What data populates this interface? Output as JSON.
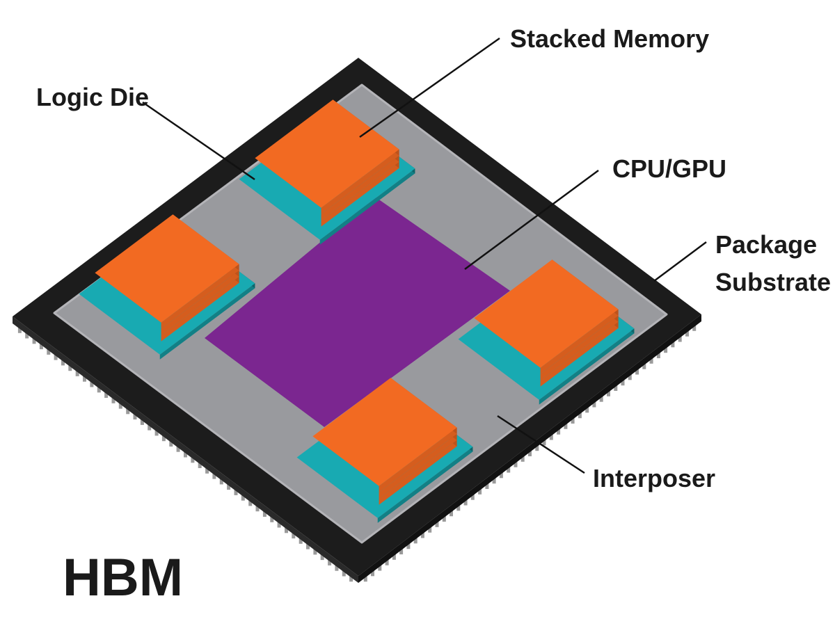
{
  "title": "HBM",
  "labels": {
    "stacked_memory": "Stacked Memory",
    "logic_die": "Logic Die",
    "cpu_gpu": "CPU/GPU",
    "package_substrate_line1": "Package",
    "package_substrate_line2": "Substrate",
    "interposer": "Interposer"
  },
  "colors": {
    "package": "#1c1c1c",
    "pins": "#9a9a9a",
    "interposer": "#999a9e",
    "logic_die": "#18aab2",
    "memory": "#f26a22",
    "processor": "#7b2690"
  }
}
